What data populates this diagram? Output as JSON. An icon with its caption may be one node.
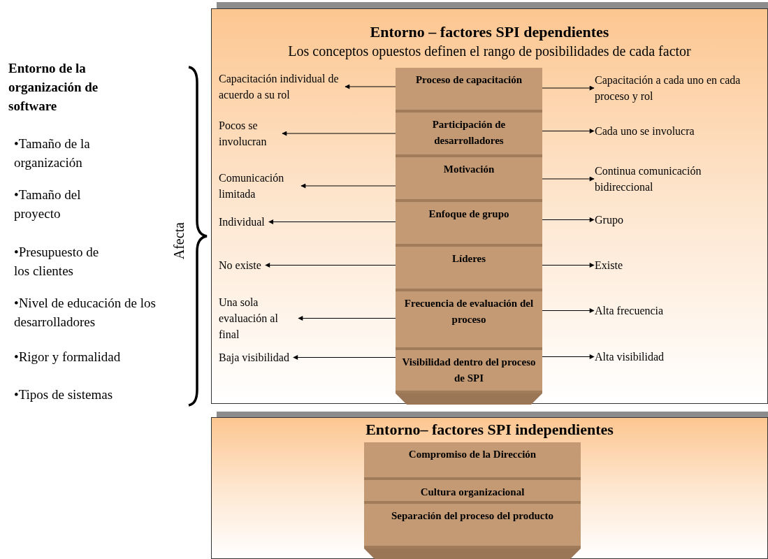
{
  "diagram": {
    "nodes": [
      {
        "text": [
          "Entorno – factores SPI dependientes",
          "Los conceptos opuestos definen el rango de posibilidades de cada factor"
        ]
      },
      {
        "text": [
          "Capacitación individual de acuerdo a su rol"
        ],
        "in": 0
      },
      {
        "text": [
          "Proceso de capacitación"
        ],
        "in": 0
      },
      {
        "text": [
          "Capacitación a cada uno en cada proceso y rol"
        ],
        "in": 0
      },
      {
        "text": [
          "Pocos se involucran"
        ],
        "in": 0
      },
      {
        "text": [
          "Participación de desarrolladores"
        ],
        "in": 0
      },
      {
        "text": [
          "Cada uno se involucra"
        ],
        "in": 0
      },
      {
        "text": [
          "Comunicación limitada"
        ],
        "in": 0
      },
      {
        "text": [
          "Motivación"
        ],
        "in": 0
      },
      {
        "text": [
          "Continua comunicación bidireccional"
        ],
        "in": 0
      },
      {
        "text": [
          "Individual"
        ],
        "in": 0
      },
      {
        "text": [
          "Enfoque de grupo"
        ],
        "in": 0
      },
      {
        "text": [
          "Grupo"
        ],
        "in": 0
      },
      {
        "text": [
          "No existe"
        ],
        "in": 0
      },
      {
        "text": [
          "Líderes"
        ],
        "in": 0
      },
      {
        "text": [
          "Existe"
        ],
        "in": 0
      },
      {
        "text": [
          "Una sola evaluación al final"
        ],
        "in": 0
      },
      {
        "text": [
          "Frecuencia de evaluación del proceso"
        ],
        "in": 0
      },
      {
        "text": [
          "Alta frecuencia"
        ],
        "in": 0
      },
      {
        "text": [
          "Baja visibilidad"
        ],
        "in": 0
      },
      {
        "text": [
          "Visibilidad dentro del proceso de SPI"
        ],
        "in": 0
      },
      {
        "text": [
          "Alta visibilidad"
        ],
        "in": 0
      },
      {
        "text": [
          "Entorno– factores SPI independientes"
        ]
      },
      {
        "text": [
          "Compromiso de la Dirección"
        ],
        "in": 22
      },
      {
        "text": [
          "Cultura  organizacional"
        ],
        "in": 22
      },
      {
        "text": [
          "Separación del proceso del producto"
        ],
        "in": 22
      }
    ],
    "edges": [
      {
        "from": 2,
        "to": 1,
        "arrow": "to"
      },
      {
        "from": 2,
        "to": 3,
        "arrow": "to"
      },
      {
        "from": 5,
        "to": 4,
        "arrow": "to"
      },
      {
        "from": 5,
        "to": 6,
        "arrow": "to"
      },
      {
        "from": 8,
        "to": 7,
        "arrow": "to"
      },
      {
        "from": 8,
        "to": 9,
        "arrow": "to"
      },
      {
        "from": 11,
        "to": 10,
        "arrow": "to"
      },
      {
        "from": 11,
        "to": 12,
        "arrow": "to"
      },
      {
        "from": 14,
        "to": 13,
        "arrow": "to"
      },
      {
        "from": 14,
        "to": 15,
        "arrow": "to"
      },
      {
        "from": 17,
        "to": 16,
        "arrow": "to"
      },
      {
        "from": 17,
        "to": 18,
        "arrow": "to"
      },
      {
        "from": 20,
        "to": 19,
        "arrow": "to"
      },
      {
        "from": 20,
        "to": 21,
        "arrow": "to"
      }
    ],
    "labels": [
      "Entorno de la organización de software",
      "•Tamaño de la organización",
      "•Tamaño del proyecto",
      "•Presupuesto de los clientes",
      "•Nivel de educación de los desarrolladores",
      "•Rigor y formalidad",
      "•Tipos de sistemas",
      "Afecta"
    ]
  }
}
